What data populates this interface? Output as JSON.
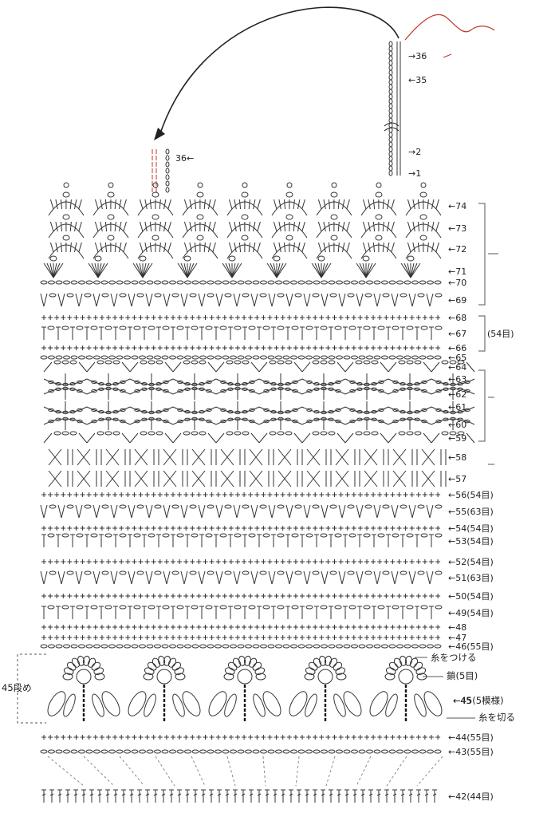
{
  "chart_data": {
    "type": "crochet-chart",
    "strap": {
      "start_label": "→1",
      "labels": [
        "→36",
        "←35",
        "→2",
        "→1"
      ],
      "mirror_label": "36←"
    },
    "rows": [
      {
        "label": "←74",
        "stitch": "pineapple-top"
      },
      {
        "label": "←73",
        "stitch": "pineapple"
      },
      {
        "label": "←72",
        "stitch": "pineapple"
      },
      {
        "label": "←71",
        "stitch": "shell"
      },
      {
        "label": "←70",
        "stitch": "chain"
      },
      {
        "label": "←69",
        "stitch": "v-stitch"
      },
      {
        "label": "←68",
        "stitch": "sc"
      },
      {
        "label": "←67",
        "stitch": "dc-ch"
      },
      {
        "label": "←66",
        "stitch": "sc-row"
      },
      {
        "label": "←65",
        "stitch": "chain-loop"
      },
      {
        "label": "←64",
        "stitch": "mesh"
      },
      {
        "label": "←63",
        "stitch": "arch"
      },
      {
        "label": "←62",
        "stitch": "arch"
      },
      {
        "label": "←61",
        "stitch": "arch"
      },
      {
        "label": "←60",
        "stitch": "arch"
      },
      {
        "label": "←59",
        "stitch": "mesh"
      },
      {
        "label": "←58",
        "stitch": "cross"
      },
      {
        "label": "←57",
        "stitch": "cross"
      },
      {
        "label": "←56",
        "count": "(54目)",
        "stitch": "sc"
      },
      {
        "label": "←55",
        "count": "(63目)",
        "stitch": "v-stitch"
      },
      {
        "label": "←54",
        "count": "(54目)",
        "stitch": "sc"
      },
      {
        "label": "←53",
        "count": "(54目)",
        "stitch": "dc-ch"
      },
      {
        "label": "←52",
        "count": "(54目)",
        "stitch": "sc"
      },
      {
        "label": "←51",
        "count": "(63目)",
        "stitch": "v-stitch"
      },
      {
        "label": "←50",
        "count": "(54目)",
        "stitch": "sc"
      },
      {
        "label": "←49",
        "count": "(54目)",
        "stitch": "dc-ch"
      },
      {
        "label": "←48",
        "stitch": "sc"
      },
      {
        "label": "←47",
        "stitch": "sc"
      },
      {
        "label": "←46",
        "count": "(55目)",
        "stitch": "chain"
      },
      {
        "label": "←45",
        "count": "(5模様)",
        "stitch": "flower"
      },
      {
        "label": "←44",
        "count": "(55目)",
        "stitch": "sc"
      },
      {
        "label": "←43",
        "count": "(55目)",
        "stitch": "chain"
      },
      {
        "label": "←42",
        "count": "(44目)",
        "stitch": "dc"
      }
    ],
    "brackets": [
      {
        "label": "(54目)"
      },
      {
        "label": "45段め"
      }
    ],
    "annotations": {
      "attach_yarn": "糸をつける",
      "chain5": "鎖(5目)",
      "cut_yarn": "糸を切る",
      "row45": "←45(5模様)"
    },
    "flower_count": 5,
    "colors": {
      "ink": "#2a2a2a",
      "accent": "#c0392b",
      "guide": "#888888"
    }
  }
}
